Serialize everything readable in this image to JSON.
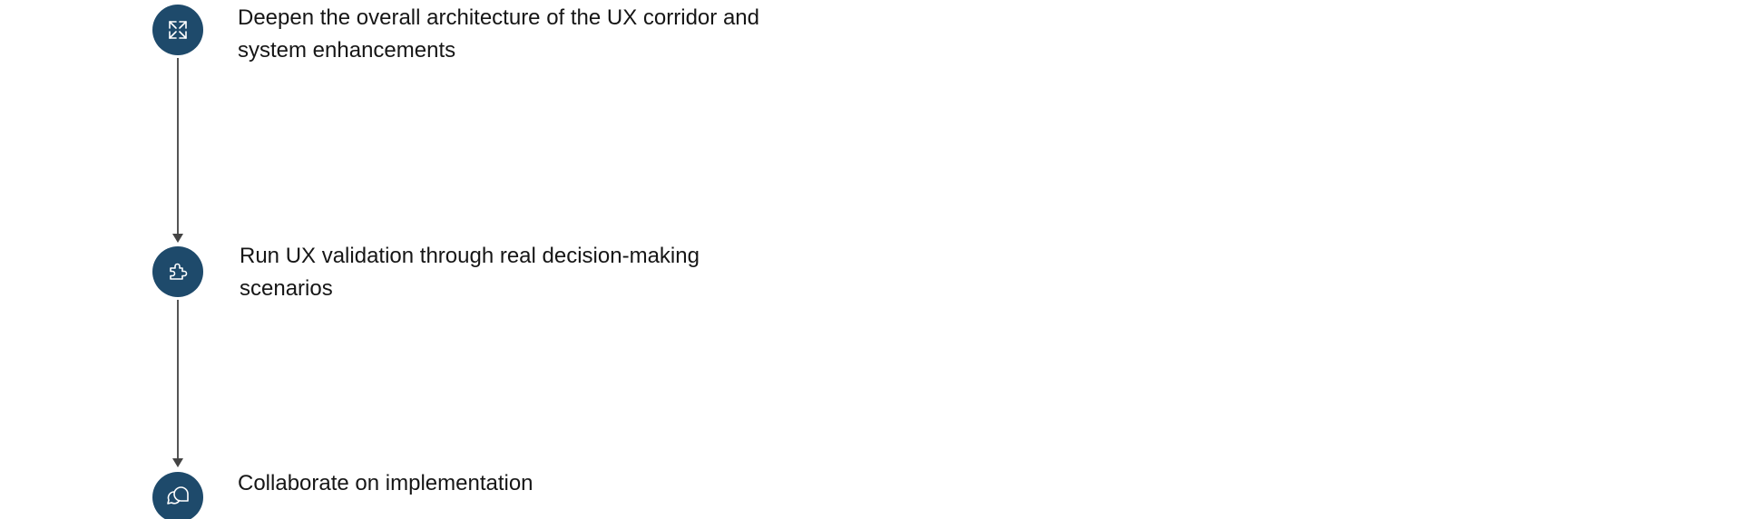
{
  "steps": [
    {
      "icon": "expand-arrows-icon",
      "text": "Deepen the overall architecture of the UX corridor and system enhancements"
    },
    {
      "icon": "puzzle-piece-icon",
      "text": "Run UX validation through real decision-making scenarios"
    },
    {
      "icon": "chat-bubbles-icon",
      "text": "Collaborate on implementation"
    }
  ],
  "colors": {
    "circle": "#1e4a6b",
    "connector": "#555555",
    "icon_stroke": "#ffffff"
  }
}
